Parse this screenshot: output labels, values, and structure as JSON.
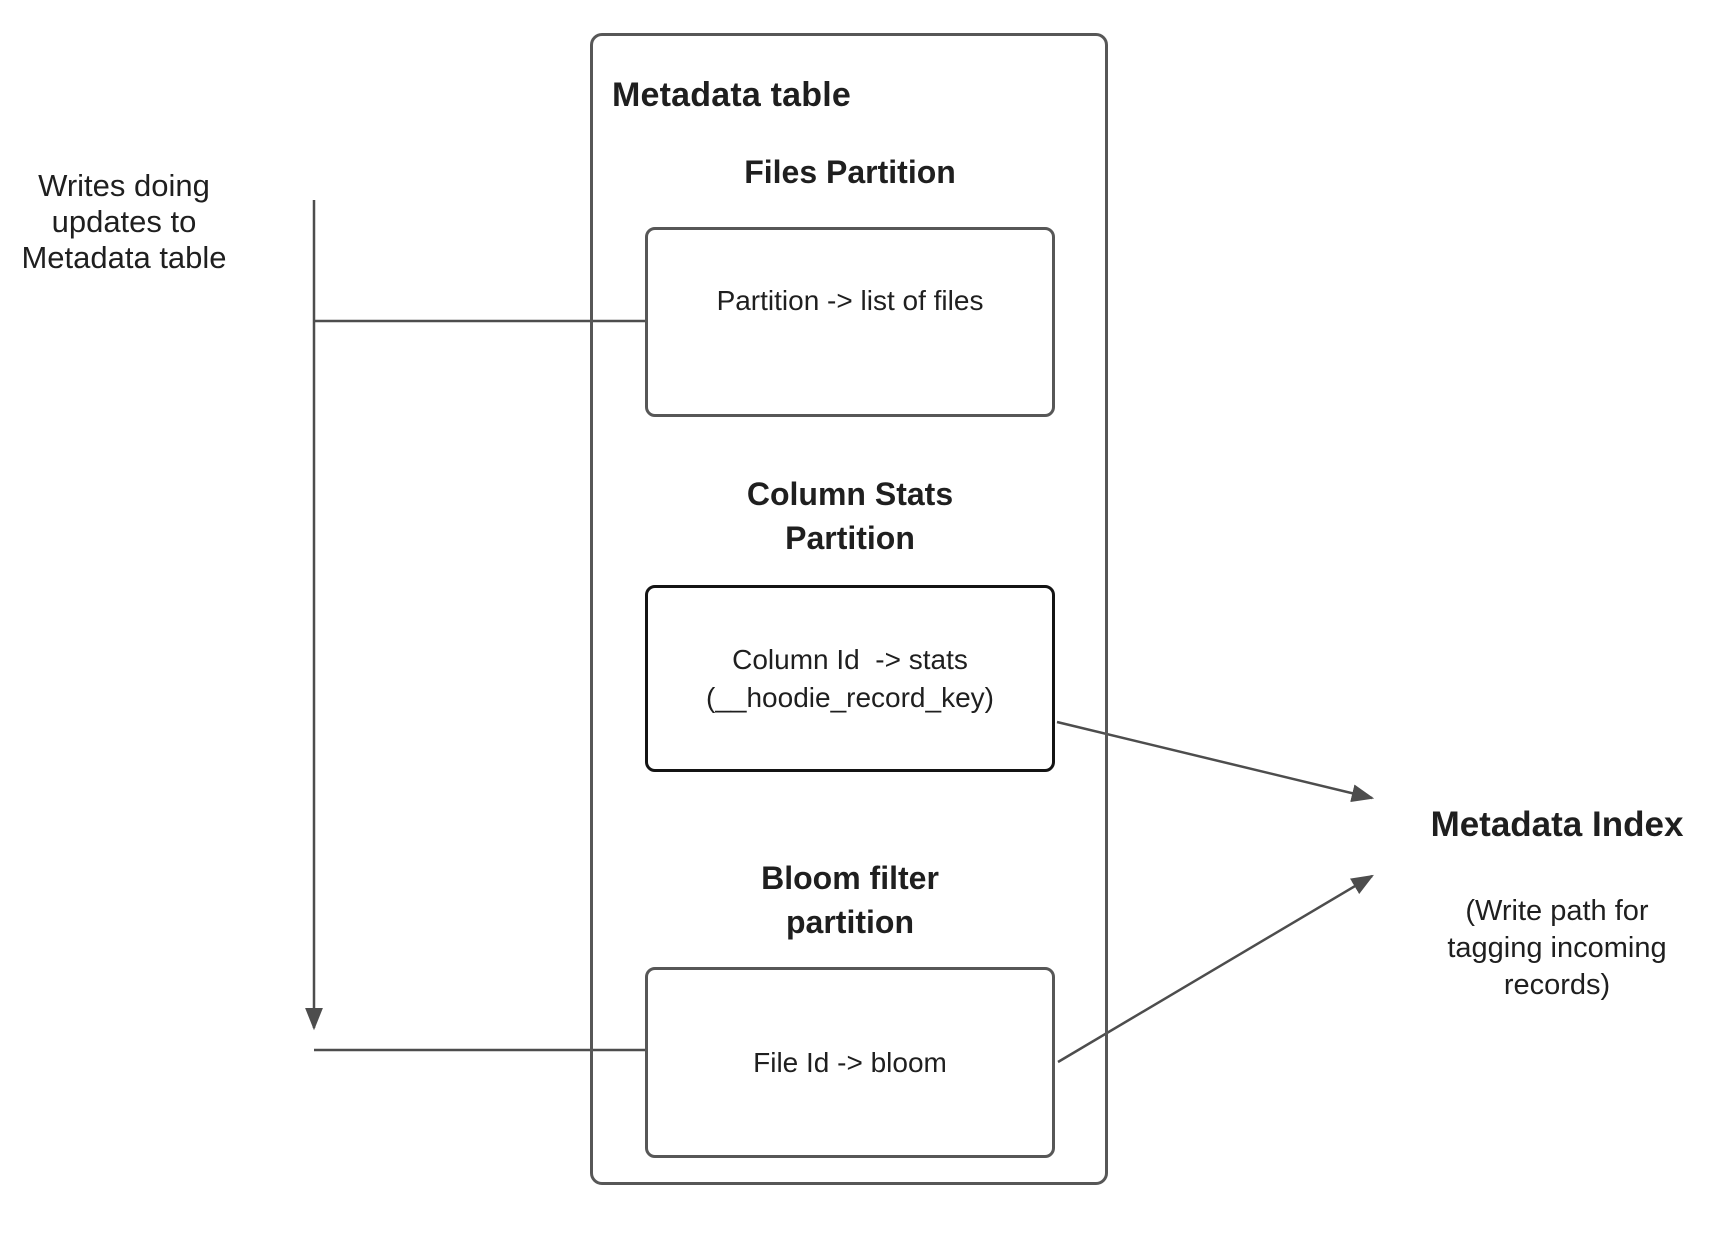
{
  "colors": {
    "background": "#ffffff",
    "line": "#4d4d4d",
    "box-border": "#575757",
    "box-border-strong": "#141414",
    "text": "#1f1f1f"
  },
  "left_annotation": {
    "label": "Writes doing\nupdates to\nMetadata table"
  },
  "metadata_table": {
    "title": "Metadata table",
    "partitions": [
      {
        "heading": "Files Partition",
        "mapping": "Partition -> list of files"
      },
      {
        "heading": "Column Stats\nPartition",
        "mapping": "Column Id  -> stats\n(__hoodie_record_key)"
      },
      {
        "heading": "Bloom filter\npartition",
        "mapping": "File Id -> bloom"
      }
    ]
  },
  "metadata_index": {
    "title": "Metadata Index",
    "subtitle": "(Write path for\ntagging incoming\nrecords)"
  }
}
